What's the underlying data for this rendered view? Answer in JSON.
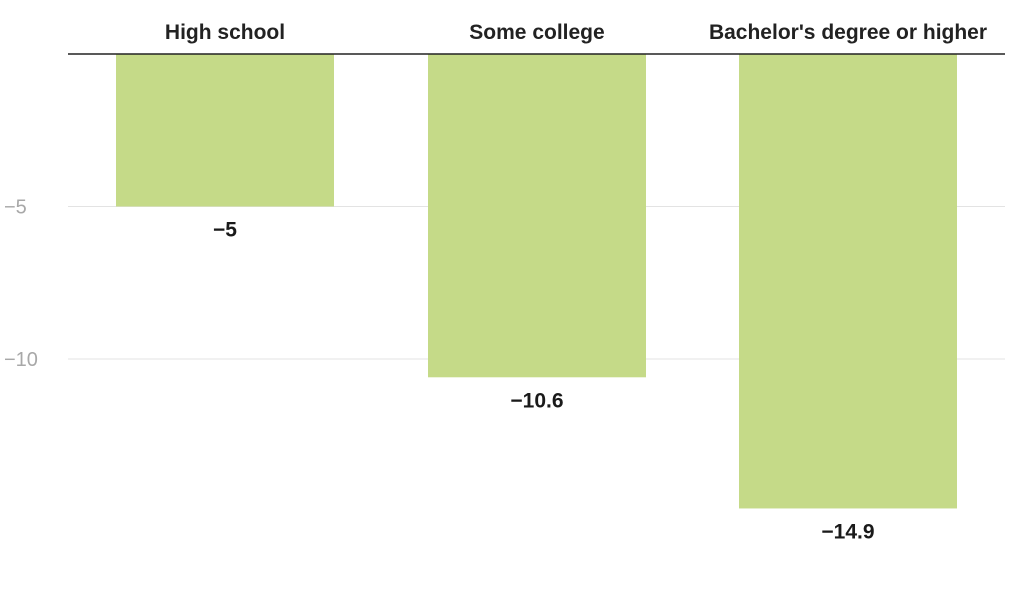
{
  "chart_data": {
    "type": "bar",
    "orientation": "vertical",
    "categories": [
      "High school",
      "Some college",
      "Bachelor's degree or higher"
    ],
    "values": [
      -5,
      -10.6,
      -14.9
    ],
    "value_labels": [
      "−5",
      "−10.6",
      "−14.9"
    ],
    "title": "",
    "xlabel": "",
    "ylabel": "",
    "ylim": [
      -18,
      0
    ],
    "yticks": [
      -5,
      -10
    ],
    "ytick_labels": [
      "−5",
      "−10"
    ],
    "category_axis_position": "top",
    "grid": true,
    "legend": "none",
    "colors": {
      "bar": "#c5da88",
      "baseline": "#222222",
      "grid": "#e3e3e3",
      "tick_text": "#a8a8a8",
      "label_text": "#1a1a1a"
    }
  }
}
